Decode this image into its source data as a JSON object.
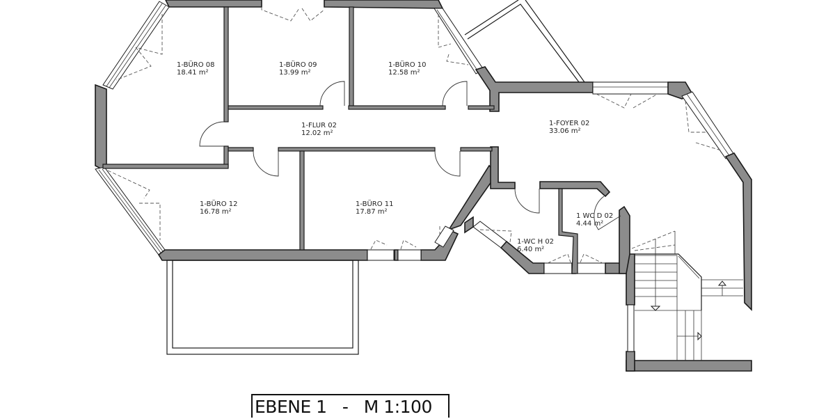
{
  "drawing": {
    "title": "EBENE 1   -   M 1:100",
    "colors": {
      "wall_fill": "#8c8c8c",
      "outline": "#1a1a1a",
      "background": "#ffffff"
    }
  },
  "rooms": [
    {
      "id": "buero08",
      "name": "1-BÜRO 08",
      "area": "18.41 m²"
    },
    {
      "id": "buero09",
      "name": "1-BÜRO 09",
      "area": "13.99 m²"
    },
    {
      "id": "buero10",
      "name": "1-BÜRO 10",
      "area": "12.58 m²"
    },
    {
      "id": "flur02",
      "name": "1-FLUR 02",
      "area": "12.02 m²"
    },
    {
      "id": "foyer02",
      "name": "1-FOYER 02",
      "area": "33.06 m²"
    },
    {
      "id": "buero12",
      "name": "1-BÜRO 12",
      "area": "16.78 m²"
    },
    {
      "id": "buero11",
      "name": "1-BÜRO 11",
      "area": "17.87 m²"
    },
    {
      "id": "wcd02",
      "name": "1 WC D 02",
      "area": "4.44 m²"
    },
    {
      "id": "wch02",
      "name": "1-WC H 02",
      "area": "6.40 m²"
    }
  ]
}
